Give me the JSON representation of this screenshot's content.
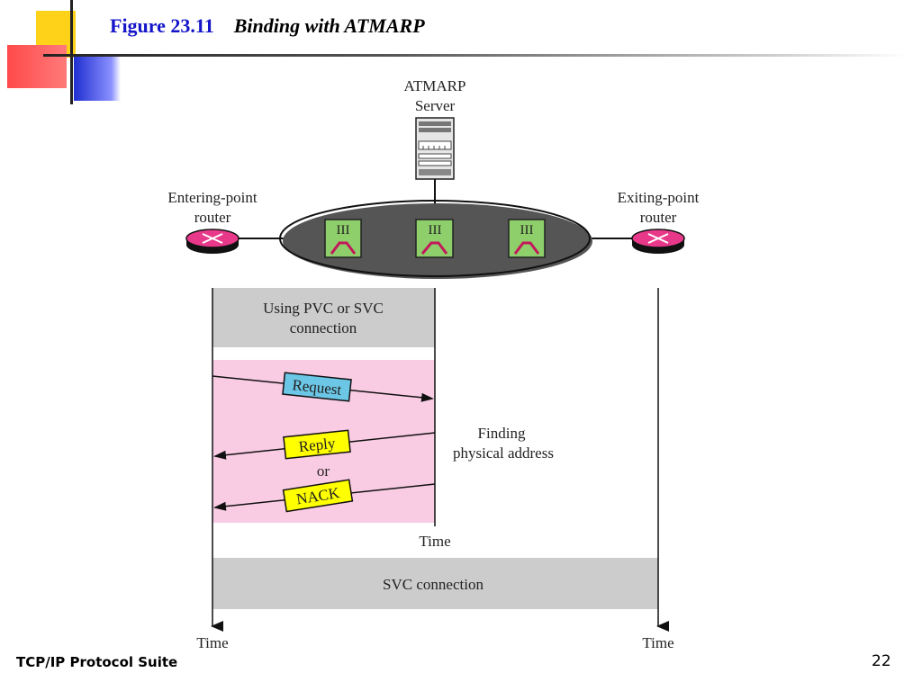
{
  "title": {
    "figure_number": "Figure 23.11",
    "caption": "Binding with ATMARP"
  },
  "server": {
    "line1": "ATMARP",
    "line2": "Server"
  },
  "entering_router": {
    "line1": "Entering-point",
    "line2": "router"
  },
  "exiting_router": {
    "line1": "Exiting-point",
    "line2": "router"
  },
  "switches": [
    {
      "label": "III"
    },
    {
      "label": "III"
    },
    {
      "label": "III"
    }
  ],
  "phases": {
    "pvc": {
      "line1": "Using PVC or SVC",
      "line2": "connection"
    },
    "svc": {
      "label": "SVC connection"
    }
  },
  "messages": {
    "request": "Request",
    "reply": "Reply",
    "or": "or",
    "nack": "NACK"
  },
  "finding": {
    "line1": "Finding",
    "line2": "physical address"
  },
  "time_labels": {
    "server_time": "Time",
    "left_time": "Time",
    "right_time": "Time"
  },
  "footer": {
    "left": "TCP/IP Protocol Suite",
    "page_number": "22"
  },
  "colors": {
    "title_blue": "#1414c8",
    "router_pink": "#e8388a",
    "switch_green": "#8fcf6b",
    "request_blue": "#6cc6e6",
    "reply_yellow": "#ffff00",
    "phase_gray": "#cccccc",
    "exchange_pink": "#f9cce4"
  }
}
